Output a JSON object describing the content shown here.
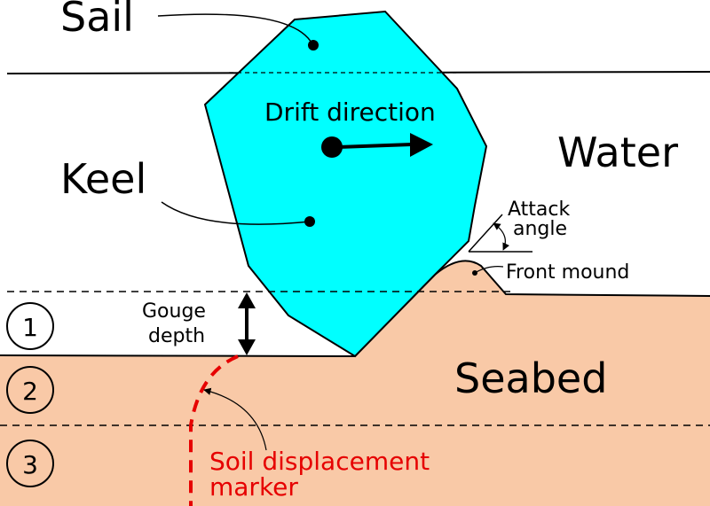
{
  "labels": {
    "sail": "Sail",
    "keel": "Keel",
    "water": "Water",
    "seabed": "Seabed",
    "drift_direction": "Drift direction",
    "attack_angle_line1": "Attack",
    "attack_angle_line2": "angle",
    "front_mound": "Front mound",
    "gouge_depth_line1": "Gouge",
    "gouge_depth_line2": "depth",
    "soil_marker_line1": "Soil displacement",
    "soil_marker_line2": "marker"
  },
  "zones": [
    {
      "number": "1"
    },
    {
      "number": "2"
    },
    {
      "number": "3"
    }
  ],
  "colors": {
    "ice": "#00ffff",
    "seabed": "#f9c9a7",
    "marker": "#e60000",
    "outline": "#000000"
  }
}
